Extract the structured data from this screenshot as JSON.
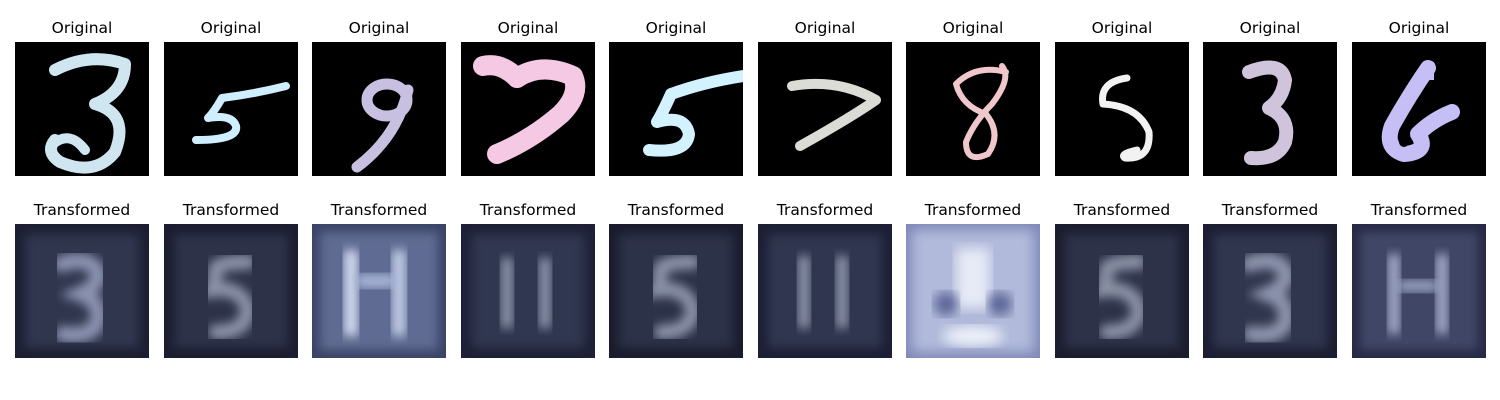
{
  "figure": {
    "top_row_title": "Original",
    "bottom_row_title": "Transformed",
    "samples": [
      {
        "digit": "3",
        "original_color": "#cfe6f0",
        "transformed_tint": "#8a93b0",
        "transformed_background": "#1c1f33"
      },
      {
        "digit": "5",
        "original_color": "#cfeeff",
        "transformed_tint": "#8b93a8",
        "transformed_background": "#1b1d30"
      },
      {
        "digit": "9",
        "original_color": "#c8c0e0",
        "transformed_tint": "#a8b6d8",
        "transformed_background": "#3a4466"
      },
      {
        "digit": "7",
        "original_color": "#f5c8e4",
        "transformed_tint": "#8e96ad",
        "transformed_background": "#1d2036"
      },
      {
        "digit": "5",
        "original_color": "#d2f2ff",
        "transformed_tint": "#8a92a8",
        "transformed_background": "#1a1c2e"
      },
      {
        "digit": "7",
        "original_color": "#dcdcd6",
        "transformed_tint": "#8e96ad",
        "transformed_background": "#1c1f35"
      },
      {
        "digit": "8",
        "original_color": "#f0c8cc",
        "transformed_tint": "#d8deef",
        "transformed_background": "#7f89b8"
      },
      {
        "digit": "5",
        "original_color": "#f2f2f2",
        "transformed_tint": "#8a92a6",
        "transformed_background": "#1b1d2f"
      },
      {
        "digit": "3",
        "original_color": "#d0c4dc",
        "transformed_tint": "#8d94ad",
        "transformed_background": "#1c1e33"
      },
      {
        "digit": "6",
        "original_color": "#c6bff5",
        "transformed_tint": "#9aa3c2",
        "transformed_background": "#262a45"
      }
    ]
  }
}
